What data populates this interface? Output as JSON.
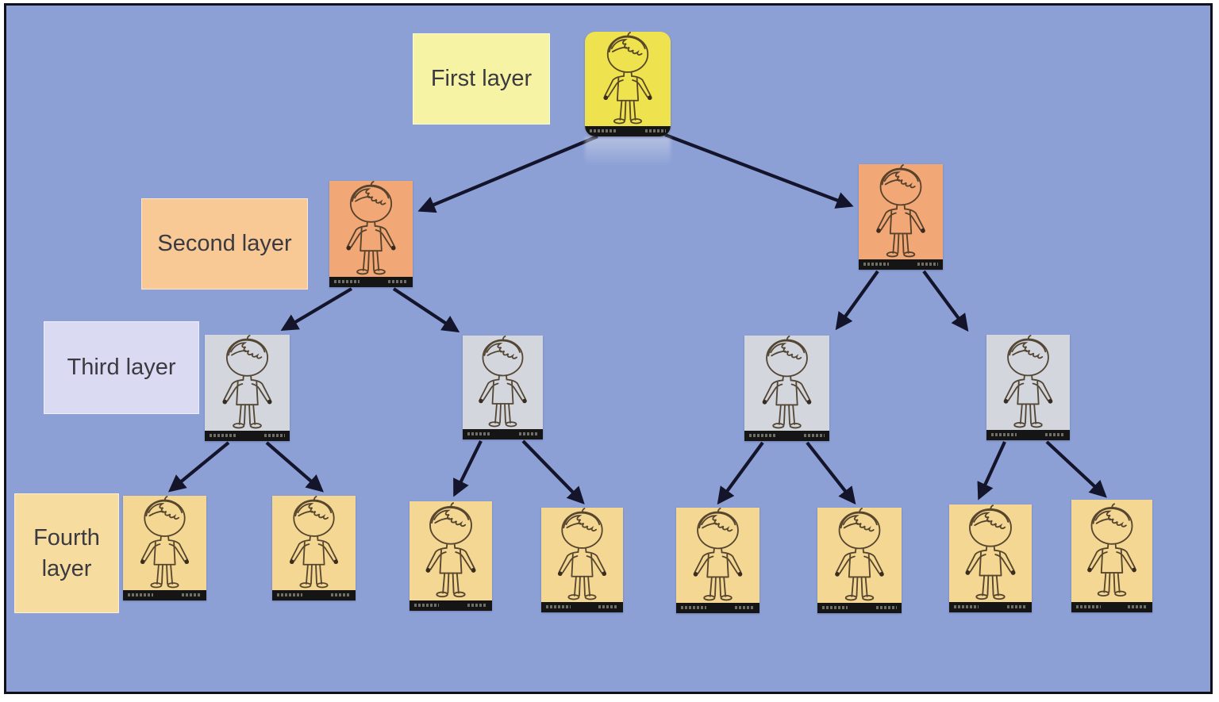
{
  "diagram": {
    "type": "tree",
    "description": "Four-layer binary tree of hand-drawn person cards with layer labels",
    "background_color": "#8ca0d6",
    "frame_border_color": "#10101a",
    "arrow_color": "#14142a",
    "caption_bar_color": "#151515",
    "branching_factor": 2,
    "total_nodes": 15,
    "node_icon": "hand-drawn-person",
    "layers": [
      {
        "label": "First layer",
        "node_count": 1,
        "label_box_color": "#f7f3a5",
        "node_color": "#efe24f"
      },
      {
        "label": "Second layer",
        "node_count": 2,
        "label_box_color": "#f8c895",
        "node_color": "#f2a776"
      },
      {
        "label": "Third layer",
        "node_count": 4,
        "label_box_color": "#dbdaf3",
        "node_color": "#d3d7dd"
      },
      {
        "label": "Fourth layer",
        "node_count": 8,
        "label_box_color": "#f6dc9e",
        "node_color": "#f5d794"
      }
    ]
  }
}
